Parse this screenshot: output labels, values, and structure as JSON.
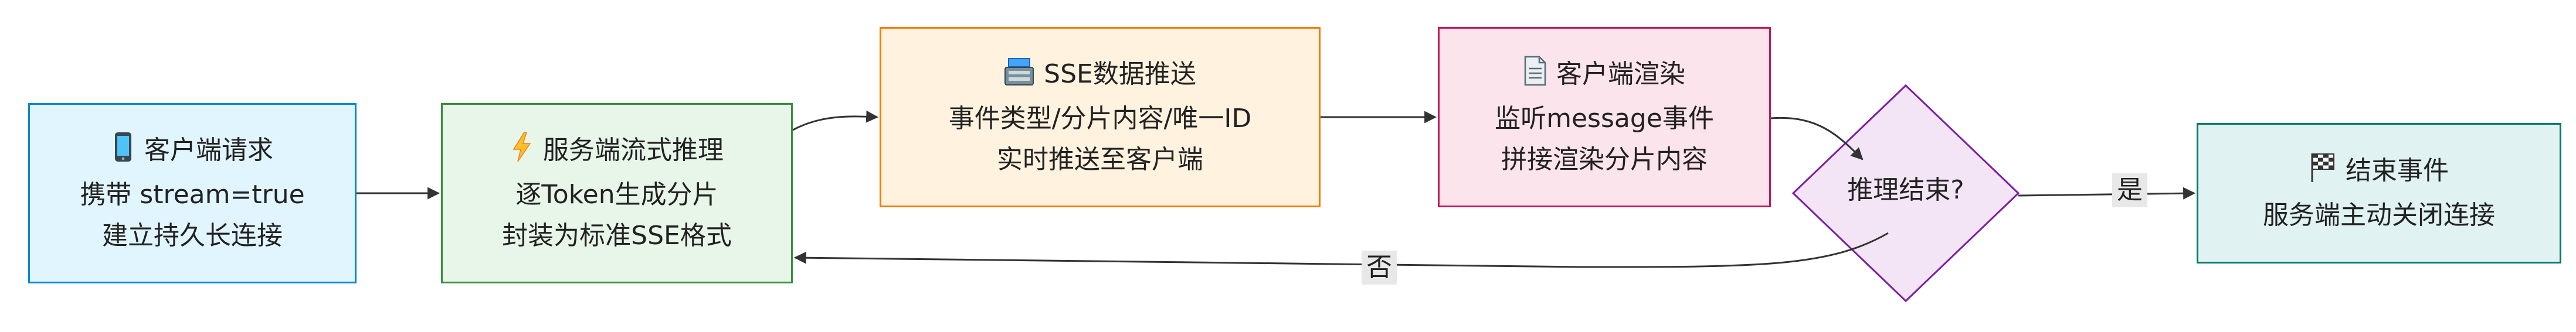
{
  "nodes": {
    "client_request": {
      "icon": "mobile-phone-icon",
      "title": "客户端请求",
      "lines": [
        "携带 stream=true",
        "建立持久长连接"
      ]
    },
    "server_stream": {
      "icon": "lightning-icon",
      "title": "服务端流式推理",
      "lines": [
        "逐Token生成分片",
        "封装为标准SSE格式"
      ]
    },
    "sse_push": {
      "icon": "server-rack-icon",
      "title": "SSE数据推送",
      "lines": [
        "事件类型/分片内容/唯一ID",
        "实时推送至客户端"
      ]
    },
    "client_render": {
      "icon": "document-icon",
      "title": "客户端渲染",
      "lines": [
        "监听message事件",
        "拼接渲染分片内容"
      ]
    },
    "decision": {
      "label": "推理结束?"
    },
    "end_event": {
      "icon": "checkered-flag-icon",
      "title": "结束事件",
      "lines": [
        "服务端主动关闭连接"
      ]
    }
  },
  "edges": {
    "yes_label": "是",
    "no_label": "否"
  },
  "colors": {
    "arrow": "#333333",
    "client_request_fill": "#e1f5fe",
    "client_request_border": "#0288d1",
    "server_stream_fill": "#e8f5e9",
    "server_stream_border": "#388e3c",
    "sse_push_fill": "#fff3e0",
    "sse_push_border": "#f57c00",
    "client_render_fill": "#fce4ec",
    "client_render_border": "#c2185b",
    "decision_fill": "#f3e5f5",
    "decision_border": "#7b1fa2",
    "end_event_fill": "#e0f2f1",
    "end_event_border": "#00796b"
  }
}
